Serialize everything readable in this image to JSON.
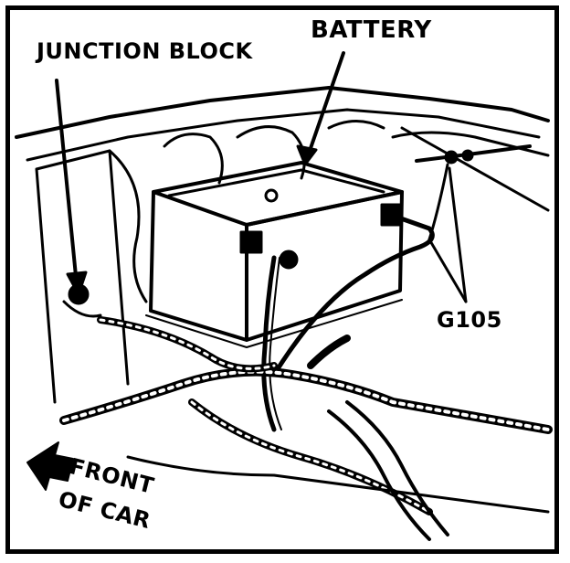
{
  "labels": {
    "battery": "BATTERY",
    "junction_block": "JUNCTION BLOCK",
    "g105": "G105",
    "front": "FRONT",
    "of_car": "OF CAR"
  },
  "colors": {
    "ink": "#000000",
    "paper": "#ffffff"
  }
}
